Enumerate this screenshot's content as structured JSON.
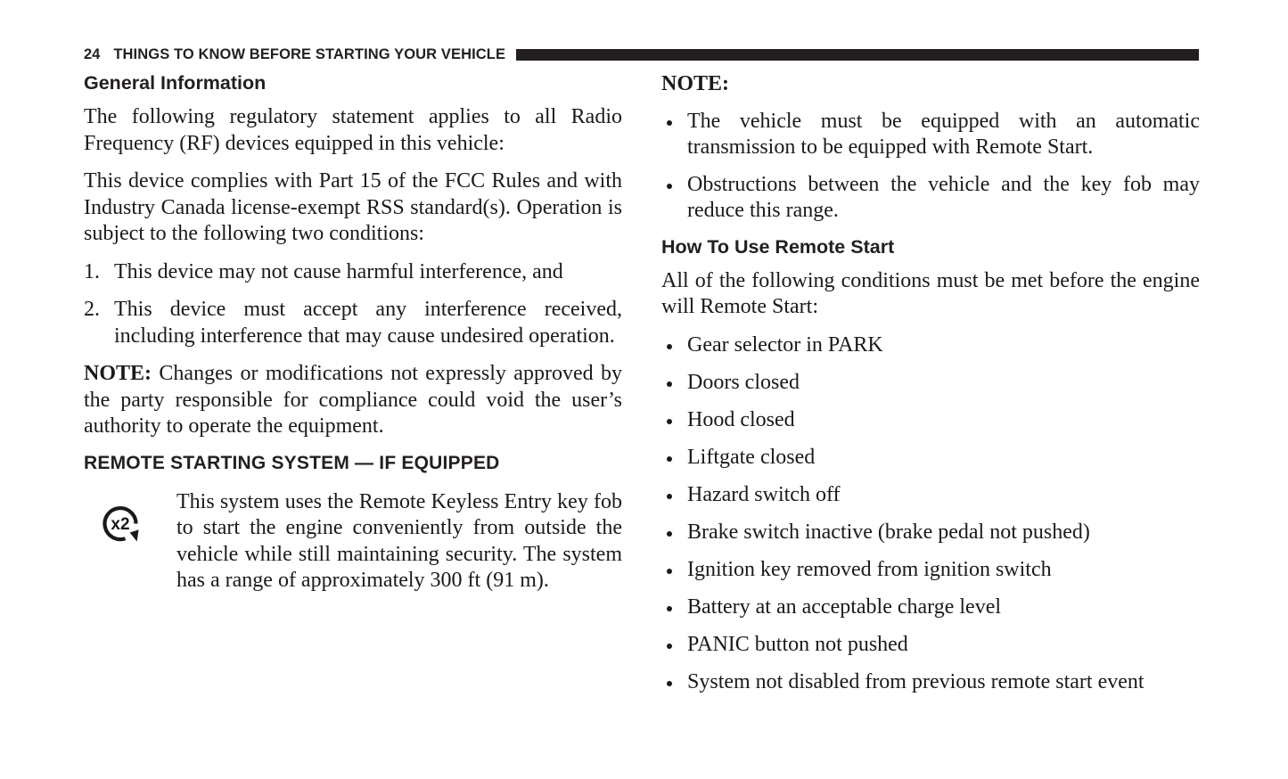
{
  "header": {
    "page_number": "24",
    "title": "THINGS TO KNOW BEFORE STARTING YOUR VEHICLE",
    "rule_color": "#231f20"
  },
  "left_column": {
    "section_heading": "General Information",
    "paragraph_1": "The following regulatory statement applies to all Radio Frequency (RF) devices equipped in this vehicle:",
    "paragraph_2": "This device complies with Part 15 of the FCC Rules and with Industry Canada license-exempt RSS standard(s). Operation is subject to the following two conditions:",
    "conditions": [
      {
        "number": "1.",
        "text": "This device may not cause harmful interference, and"
      },
      {
        "number": "2.",
        "text": "This device must accept any interference received, including interference that may cause undesired operation."
      }
    ],
    "note_lead": "NOTE:",
    "note_text": " Changes or modifications not expressly approved by the party responsible for compliance could void the user’s authority to operate the equipment.",
    "remote_heading": "REMOTE STARTING SYSTEM — IF EQUIPPED",
    "icon_label": "x2",
    "remote_paragraph": "This system uses the Remote Keyless Entry key fob to start the engine conveniently from outside the vehicle while still maintaining security. The system has a range of approximately 300 ft (91 m)."
  },
  "right_column": {
    "note_heading": "NOTE:",
    "note_bullets": [
      "The vehicle must be equipped with an automatic transmission to be equipped with Remote Start.",
      "Obstructions between the vehicle and the key fob may reduce this range."
    ],
    "how_to_heading": "How To Use Remote Start",
    "how_to_intro": "All of the following conditions must be met before the engine will Remote Start:",
    "conditions": [
      "Gear selector in PARK",
      "Doors closed",
      "Hood closed",
      "Liftgate closed",
      "Hazard switch off",
      "Brake switch inactive (brake pedal not pushed)",
      "Ignition key removed from ignition switch",
      "Battery at an acceptable charge level",
      "PANIC button not pushed",
      "System not disabled from previous remote start event"
    ]
  }
}
